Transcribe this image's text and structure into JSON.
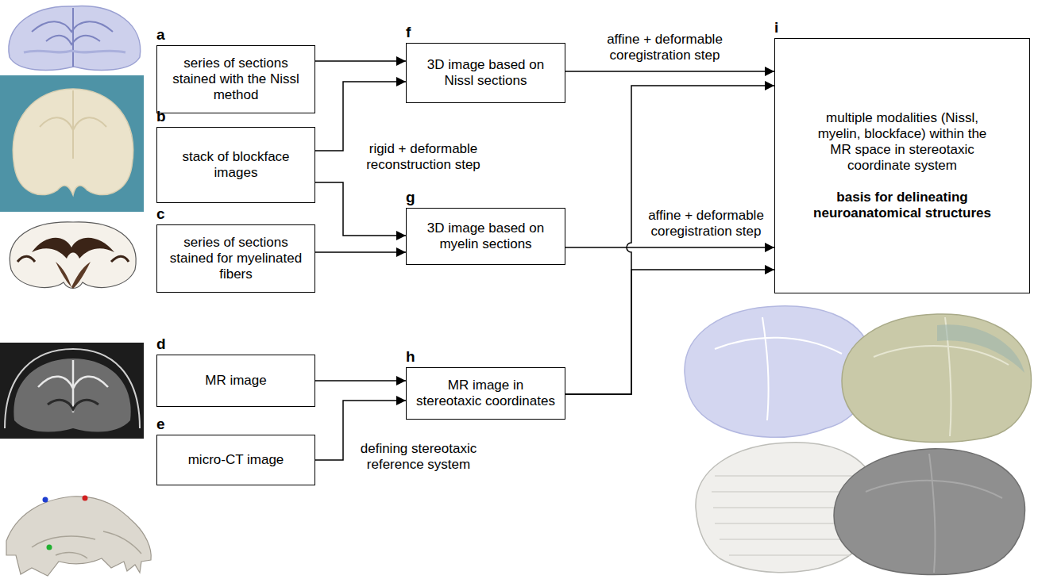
{
  "diagram": {
    "nodes": [
      {
        "text": [
          "a",
          "series of sections stained with the Nissl method"
        ]
      },
      {
        "text": [
          "b",
          "stack of blockface images"
        ]
      },
      {
        "text": [
          "c",
          "series of sections stained for myelinated fibers"
        ]
      },
      {
        "text": [
          "d",
          "MR image"
        ]
      },
      {
        "text": [
          "e",
          "micro-CT image"
        ]
      },
      {
        "text": [
          "f",
          "3D image based on Nissl sections"
        ]
      },
      {
        "text": [
          "g",
          "3D image based on myelin sections"
        ]
      },
      {
        "text": [
          "h",
          "MR image in stereotaxic coordinates"
        ]
      },
      {
        "text": [
          "i",
          "multiple modalities (Nissl, myelin, blockface) within the MR space in stereotaxic coordinate system",
          "basis for delineating neuroanatomical structures"
        ]
      }
    ],
    "edges": [
      {
        "from": 0,
        "to": 5,
        "arrow": "to"
      },
      {
        "from": 1,
        "to": 5,
        "arrow": "to"
      },
      {
        "from": 1,
        "to": 6,
        "arrow": "to"
      },
      {
        "from": 2,
        "to": 6,
        "arrow": "to"
      },
      {
        "from": 3,
        "to": 7,
        "arrow": "to"
      },
      {
        "from": 4,
        "to": 7,
        "label": "defining stereotaxic reference system",
        "arrow": "to"
      },
      {
        "from": 5,
        "to": 8,
        "label": "affine + deformable coregistration step",
        "arrow": "to"
      },
      {
        "from": 7,
        "to": 8,
        "arrow": "to"
      },
      {
        "from": 6,
        "to": 8,
        "label": "affine + deformable coregistration step",
        "arrow": "to"
      },
      {
        "from": 7,
        "to": 8,
        "arrow": "to"
      }
    ],
    "labels": [
      "rigid + deformable reconstruction step"
    ]
  }
}
